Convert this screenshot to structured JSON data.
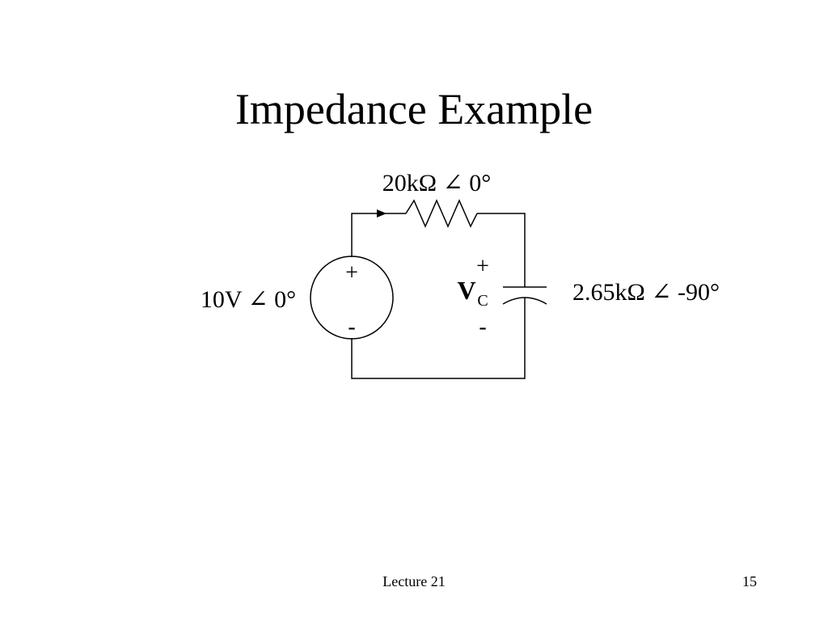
{
  "slide": {
    "title": "Impedance Example",
    "footer_center": "Lecture 21",
    "page_number": "15"
  },
  "circuit": {
    "resistor_label": "20kΩ ∠ 0°",
    "source_label": "10V ∠ 0°",
    "source_plus": "+",
    "source_minus": "-",
    "capacitor_label": "2.65kΩ ∠ -90°",
    "vc_symbol": "V",
    "vc_subscript": "C",
    "vc_plus": "+",
    "vc_minus": "-"
  }
}
